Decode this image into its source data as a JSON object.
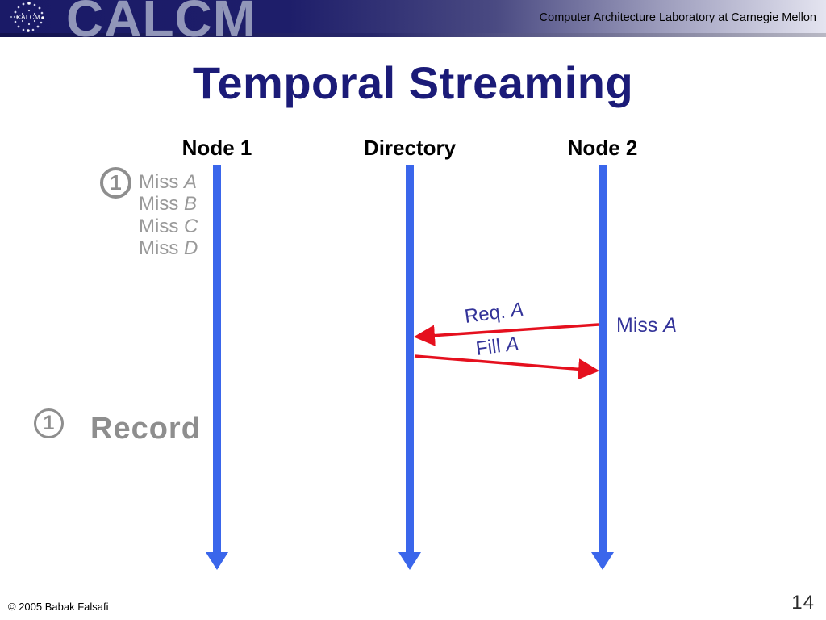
{
  "header": {
    "logo_text": "CALCM",
    "watermark": "CALCM",
    "lab_name": "Computer Architecture Laboratory at Carnegie Mellon"
  },
  "title": "Temporal Streaming",
  "diagram": {
    "columns": [
      {
        "label": "Node 1"
      },
      {
        "label": "Directory"
      },
      {
        "label": "Node 2"
      }
    ],
    "step_badge": "1",
    "miss_list": [
      {
        "prefix": "Miss",
        "item": "A"
      },
      {
        "prefix": "Miss",
        "item": "B"
      },
      {
        "prefix": "Miss",
        "item": "C"
      },
      {
        "prefix": "Miss",
        "item": "D"
      }
    ],
    "messages": [
      {
        "prefix": "Req.",
        "item": "A"
      },
      {
        "prefix": "Fill",
        "item": "A"
      }
    ],
    "node2_event": {
      "prefix": "Miss",
      "item": "A"
    },
    "record_badge": "1",
    "record_label": "Record"
  },
  "footer": {
    "copyright": "© 2005 Babak Falsafi",
    "page_number": "14"
  },
  "colors": {
    "timeline_blue": "#3a66eb",
    "arrow_red": "#e5101e",
    "title_navy": "#1b1b78",
    "message_label_blue": "#333399",
    "muted_gray": "#999999",
    "header_navy": "#1a1a67",
    "watermark_gray_blue": "#9196b9"
  }
}
